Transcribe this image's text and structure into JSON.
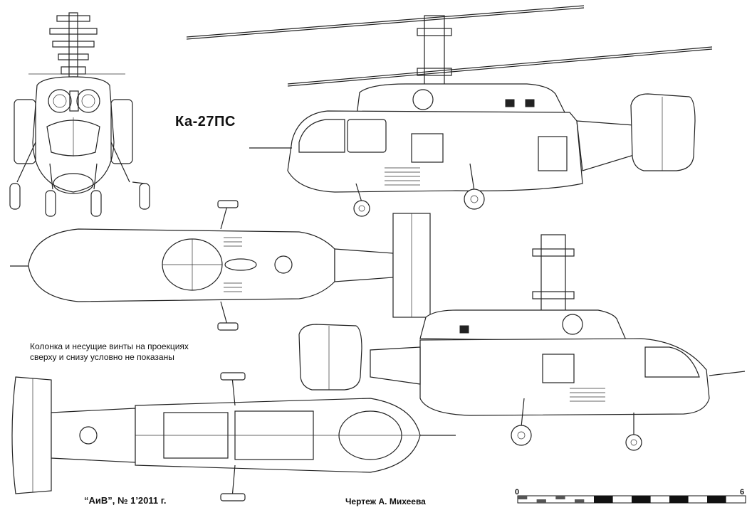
{
  "drawing": {
    "title": "Ка-27ПС",
    "note_line1": "Колонка и несущие винты на проекциях",
    "note_line2": "сверху и снизу условно не показаны",
    "source": "“АиВ”, № 1’2011 г.",
    "author": "Чертеж А. Михеева",
    "scale": {
      "start_label": "0",
      "end_label": "6",
      "segments": 12
    }
  }
}
